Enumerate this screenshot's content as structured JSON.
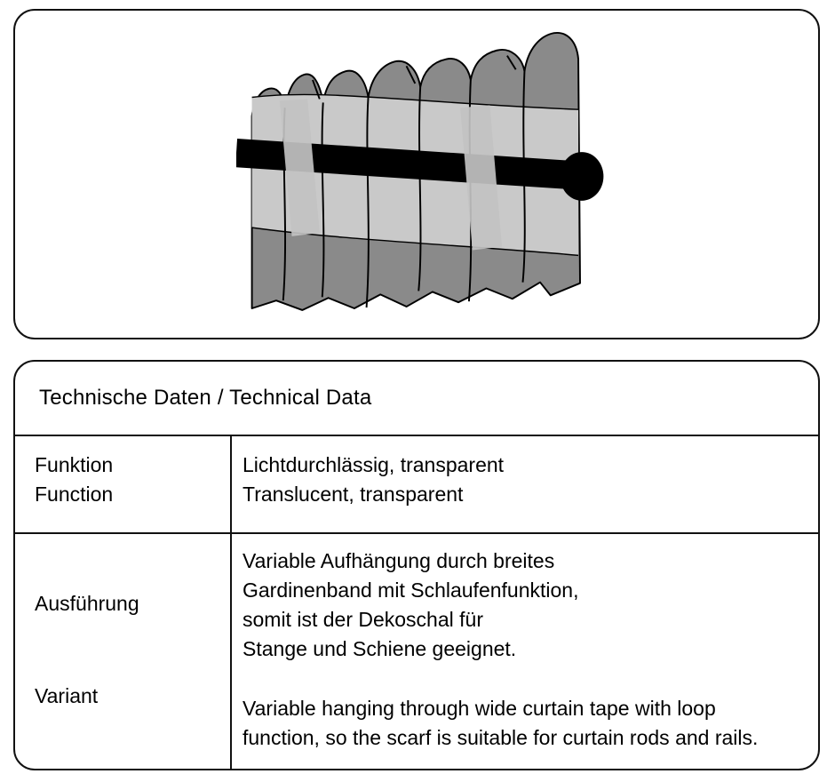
{
  "illustration": {
    "label": "curtain-panel-hanging-on-rod-with-loop-tape",
    "colors": {
      "curtain": "#8a8a8a",
      "tape_band": "#c9c9c9",
      "loop_strip": "#c2c2c2",
      "rod": "#000000",
      "outline": "#000000",
      "panel_border": "#111111",
      "background": "#ffffff"
    }
  },
  "table": {
    "title": "Technische Daten / Technical Data",
    "rows": [
      {
        "label_de": "Funktion",
        "label_en": "Function",
        "value_de": "Lichtdurchlässig, transparent",
        "value_en": "Translucent, transparent"
      },
      {
        "label_de": "Ausführung",
        "label_en": "Variant",
        "value_de": "Variable Aufhängung durch breites\nGardinenband mit Schlaufenfunktion,\nsomit ist der Dekoschal für\nStange und Schiene geeignet.",
        "value_en": "Variable hanging through wide curtain tape with loop\nfunction, so the scarf is suitable for curtain rods and rails."
      }
    ]
  }
}
